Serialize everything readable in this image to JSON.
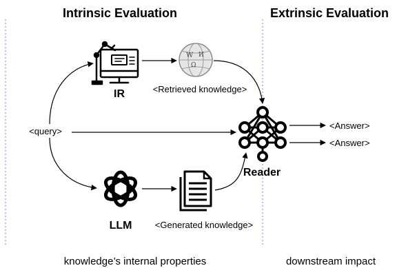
{
  "headings": {
    "intrinsic": "Intrinsic Evaluation",
    "extrinsic": "Extrinsic Evaluation"
  },
  "footers": {
    "intrinsic": "knowledge’s internal properties",
    "extrinsic": "downstream impact"
  },
  "nodes": {
    "query": "<query>",
    "ir": "IR",
    "llm": "LLM",
    "reader": "Reader"
  },
  "edge_labels": {
    "retrieved": "<Retrieved knowledge>",
    "generated": "<Generated knowledge>"
  },
  "outputs": [
    "<Answer>",
    "<Answer>"
  ],
  "icons": {
    "ir": "computer-robot-arm-icon",
    "wikipedia": "wikipedia-globe-icon",
    "llm": "openai-logo-icon",
    "document": "document-icon",
    "reader": "neural-network-icon"
  }
}
